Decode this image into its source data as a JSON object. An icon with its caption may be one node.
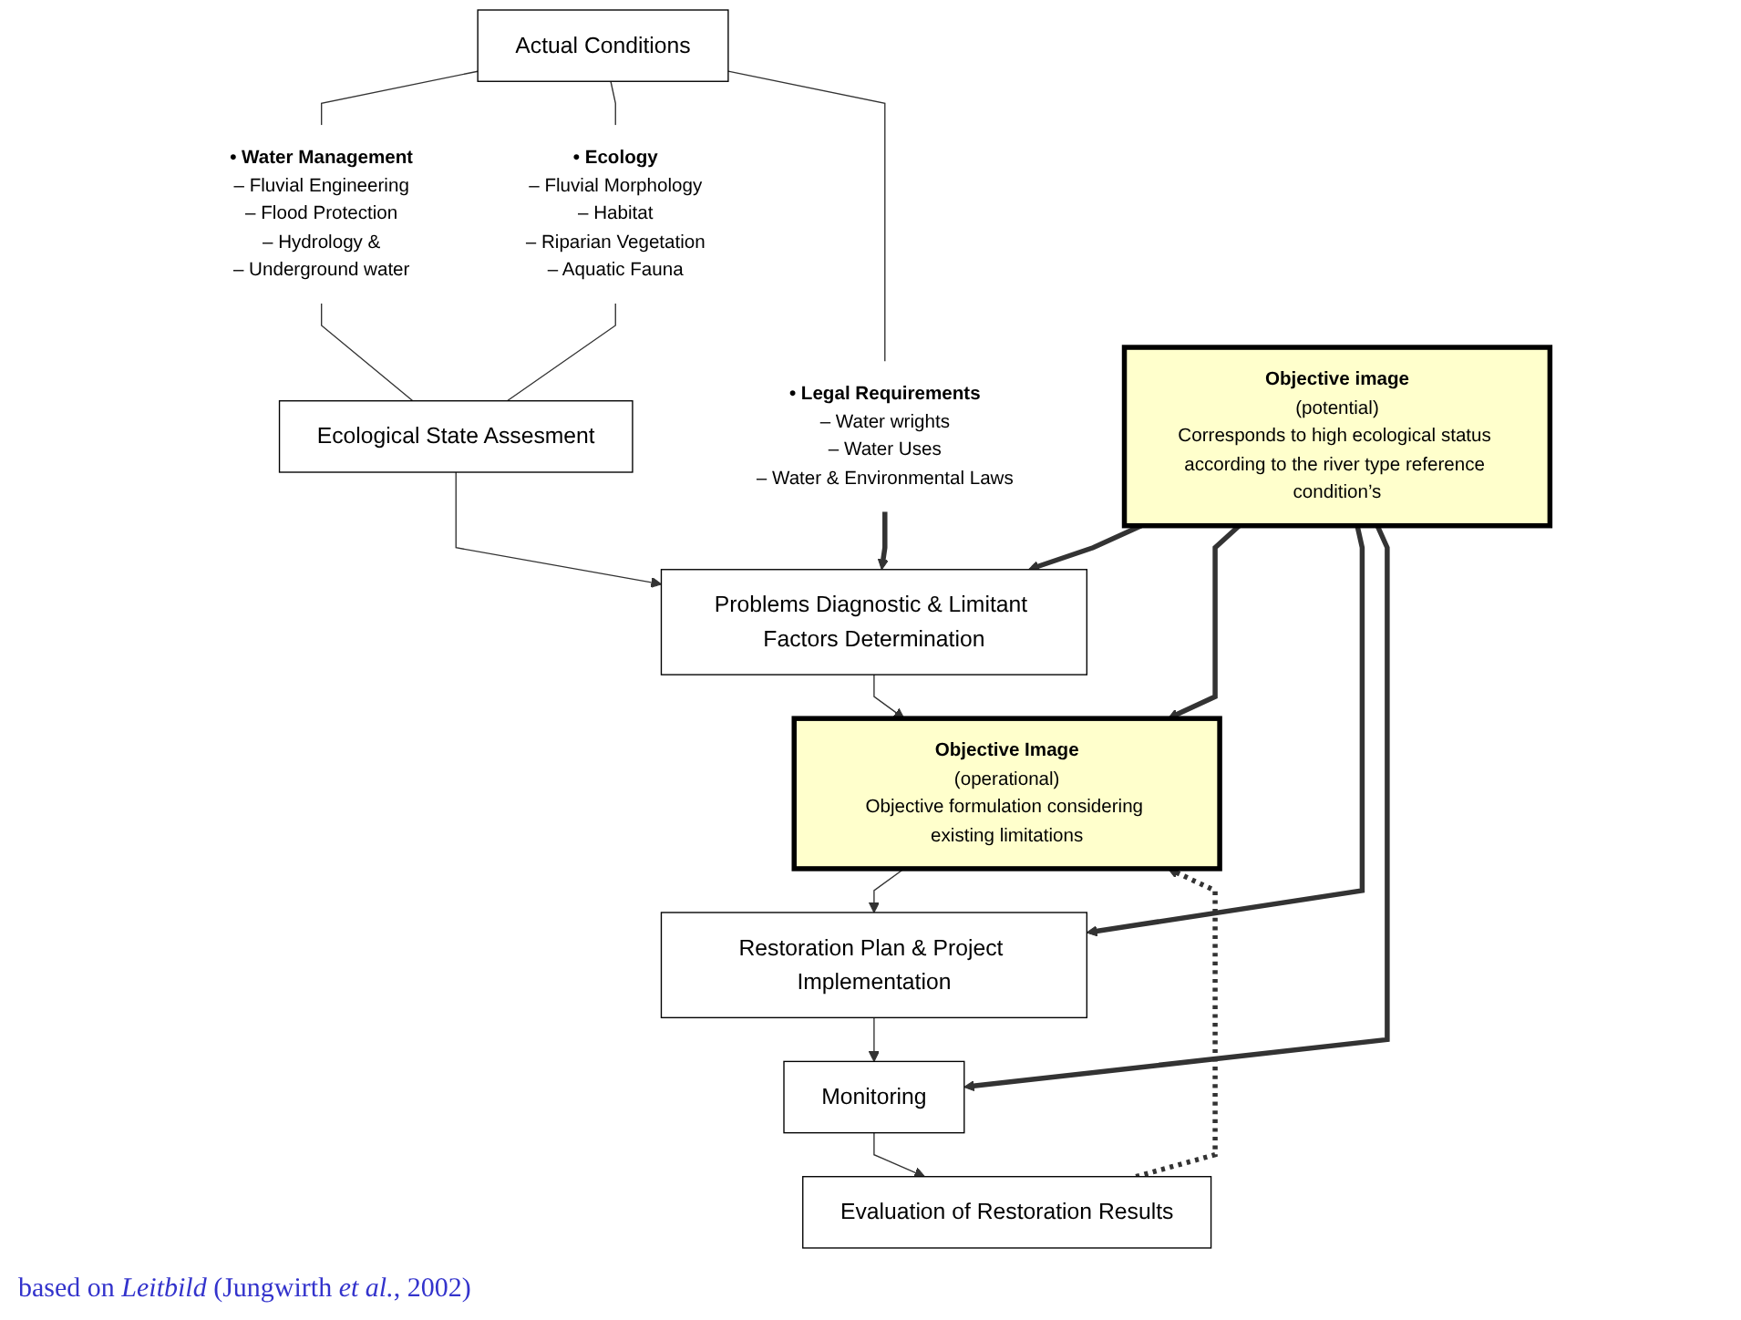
{
  "diagram": {
    "nodes": [
      {
        "text": [
          "Actual Conditions"
        ]
      },
      {
        "text": [
          "• Water Management",
          "– Fluvial Engineering",
          "– Flood Protection",
          "– Hydrology &",
          "– Underground water"
        ]
      },
      {
        "text": [
          "• Ecology",
          "– Fluvial Morphology",
          "– Habitat",
          "– Riparian Vegetation",
          "– Aquatic Fauna"
        ]
      },
      {
        "text": [
          "• Legal Requirements",
          "– Water wrights",
          "– Water Uses",
          "– Water & Environmental Laws"
        ]
      },
      {
        "text": [
          "Ecological State Assesment"
        ]
      },
      {
        "text": [
          "Objective image",
          "(potential)",
          "Corresponds to high ecological status according to the river type reference condition’s"
        ]
      },
      {
        "text": [
          "Problems Diagnostic & Limitant Factors Determination"
        ]
      },
      {
        "text": [
          "Objective Image",
          "(operational)",
          "Objective formulation considering existing limitations"
        ]
      },
      {
        "text": [
          "Restoration Plan & Project Implementation"
        ]
      },
      {
        "text": [
          "Monitoring"
        ]
      },
      {
        "text": [
          "Evaluation of Restoration Results"
        ]
      }
    ],
    "edges": [
      {
        "from": 0,
        "to": 1,
        "arrow": "none"
      },
      {
        "from": 0,
        "to": 2,
        "arrow": "none"
      },
      {
        "from": 0,
        "to": 3,
        "arrow": "none"
      },
      {
        "from": 1,
        "to": 4,
        "arrow": "none"
      },
      {
        "from": 2,
        "to": 4,
        "arrow": "none"
      },
      {
        "from": 3,
        "to": 6,
        "arrow": "to",
        "style": "thick"
      },
      {
        "from": 4,
        "to": 6,
        "arrow": "to"
      },
      {
        "from": 5,
        "to": 6,
        "arrow": "to",
        "style": "thick"
      },
      {
        "from": 6,
        "to": 7,
        "arrow": "to"
      },
      {
        "from": 5,
        "to": 7,
        "arrow": "to",
        "style": "thick"
      },
      {
        "from": 7,
        "to": 8,
        "arrow": "to"
      },
      {
        "from": 5,
        "to": 8,
        "arrow": "to",
        "style": "thick"
      },
      {
        "from": 8,
        "to": 9,
        "arrow": "to"
      },
      {
        "from": 5,
        "to": 9,
        "arrow": "to",
        "style": "thick"
      },
      {
        "from": 9,
        "to": 10,
        "arrow": "to"
      },
      {
        "from": 10,
        "to": 7,
        "arrow": "to",
        "style": "dashed"
      }
    ],
    "labels": [
      "based on *Leitbild* (Jungwirth *et al.*, 2002)"
    ]
  }
}
